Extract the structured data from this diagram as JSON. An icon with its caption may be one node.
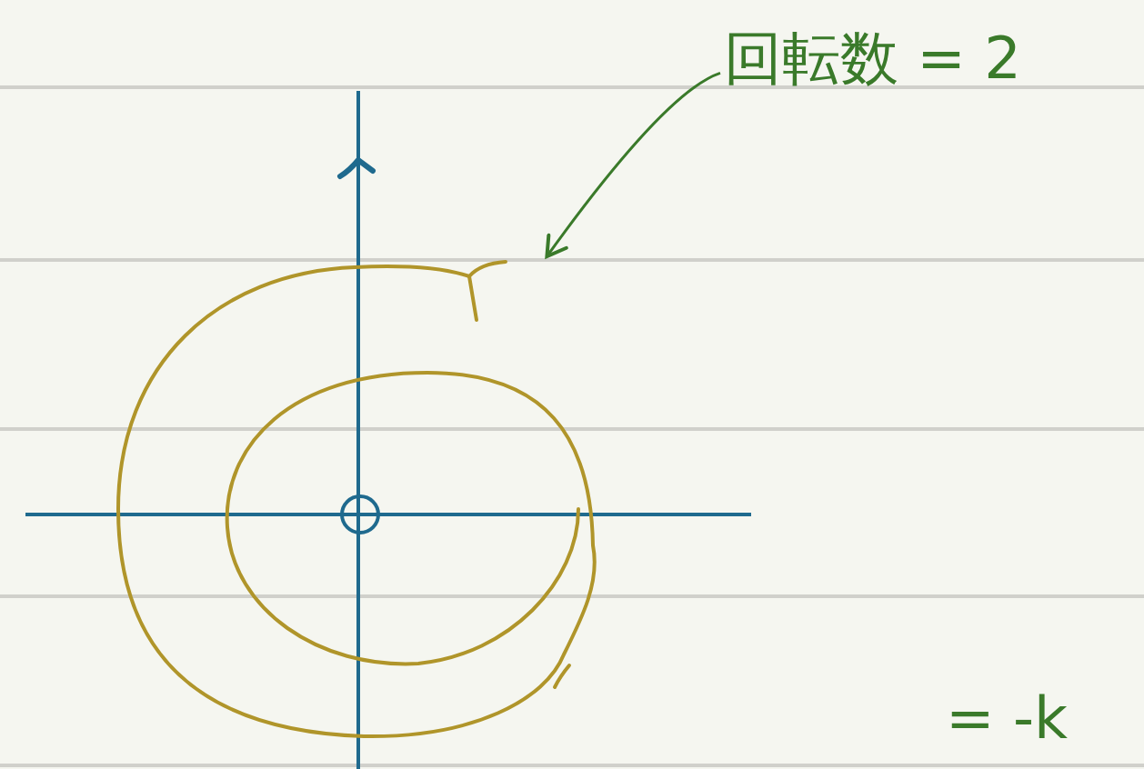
{
  "diagram": {
    "nodes": [
      {
        "text": [
          "回転数 = 2"
        ]
      },
      {
        "text": [],
        "shape": "picture"
      }
    ],
    "edges": [
      {
        "from": 0,
        "to": 1,
        "arrow": "to"
      }
    ],
    "labels": [
      "= -k"
    ]
  }
}
